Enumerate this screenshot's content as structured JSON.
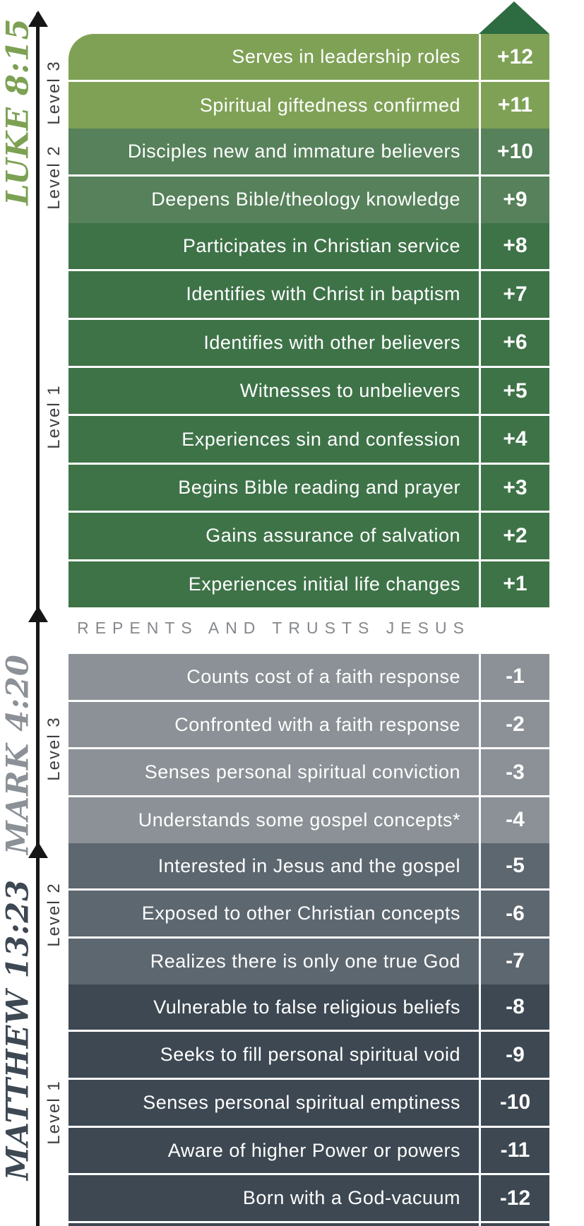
{
  "scripture_labels": [
    {
      "text": "LUKE 8:15",
      "color": "#7da154"
    },
    {
      "text": "MARK 4:20",
      "color": "#8b9196"
    },
    {
      "text": "MATTHEW 13:23",
      "color": "#3d4852"
    }
  ],
  "level_labels": {
    "positive": [
      "Level 3",
      "Level 2",
      "Level 1"
    ],
    "negative": [
      "Level 3",
      "Level 2",
      "Level 1"
    ]
  },
  "divider_text": "REPENTS AND TRUSTS JESUS",
  "colors": {
    "positive_tiers": {
      "3": "#7fa156",
      "2": "#56815a",
      "1": "#3e7348"
    },
    "negative_tiers": {
      "3": "#8b9196",
      "2": "#5d6770",
      "1": "#3d4852"
    },
    "top_arrow": "#2d6b40",
    "axis": "#161616",
    "divider_text": "#85888c",
    "row_text": "#ffffff"
  },
  "chart": {
    "positive_rows": [
      {
        "label": "Serves in leadership roles",
        "value": "+12",
        "tier": 3
      },
      {
        "label": "Spiritual giftedness confirmed",
        "value": "+11",
        "tier": 3
      },
      {
        "label": "Disciples new and immature believers",
        "value": "+10",
        "tier": 2
      },
      {
        "label": "Deepens Bible/theology knowledge",
        "value": "+9",
        "tier": 2
      },
      {
        "label": "Participates in Christian service",
        "value": "+8",
        "tier": 1
      },
      {
        "label": "Identifies with Christ in baptism",
        "value": "+7",
        "tier": 1
      },
      {
        "label": "Identifies with other believers",
        "value": "+6",
        "tier": 1
      },
      {
        "label": "Witnesses to unbelievers",
        "value": "+5",
        "tier": 1
      },
      {
        "label": "Experiences sin and confession",
        "value": "+4",
        "tier": 1
      },
      {
        "label": "Begins Bible reading and prayer",
        "value": "+3",
        "tier": 1
      },
      {
        "label": "Gains assurance of salvation",
        "value": "+2",
        "tier": 1
      },
      {
        "label": "Experiences initial life changes",
        "value": "+1",
        "tier": 1
      }
    ],
    "negative_rows": [
      {
        "label": "Counts cost of a faith response",
        "value": "-1",
        "tier": 3
      },
      {
        "label": "Confronted with a faith response",
        "value": "-2",
        "tier": 3
      },
      {
        "label": "Senses personal spiritual conviction",
        "value": "-3",
        "tier": 3
      },
      {
        "label": "Understands some gospel concepts*",
        "value": "-4",
        "tier": 3
      },
      {
        "label": "Interested in Jesus and the gospel",
        "value": "-5",
        "tier": 2
      },
      {
        "label": "Exposed to other Christian concepts",
        "value": "-6",
        "tier": 2
      },
      {
        "label": "Realizes there is only one true God",
        "value": "-7",
        "tier": 2
      },
      {
        "label": "Vulnerable to false religious beliefs",
        "value": "-8",
        "tier": 1
      },
      {
        "label": "Seeks to fill personal spiritual void",
        "value": "-9",
        "tier": 1
      },
      {
        "label": "Senses personal spiritual emptiness",
        "value": "-10",
        "tier": 1
      },
      {
        "label": "Aware of higher Power or powers",
        "value": "-11",
        "tier": 1
      },
      {
        "label": "Born with a God-vacuum",
        "value": "-12",
        "tier": 1
      }
    ]
  }
}
